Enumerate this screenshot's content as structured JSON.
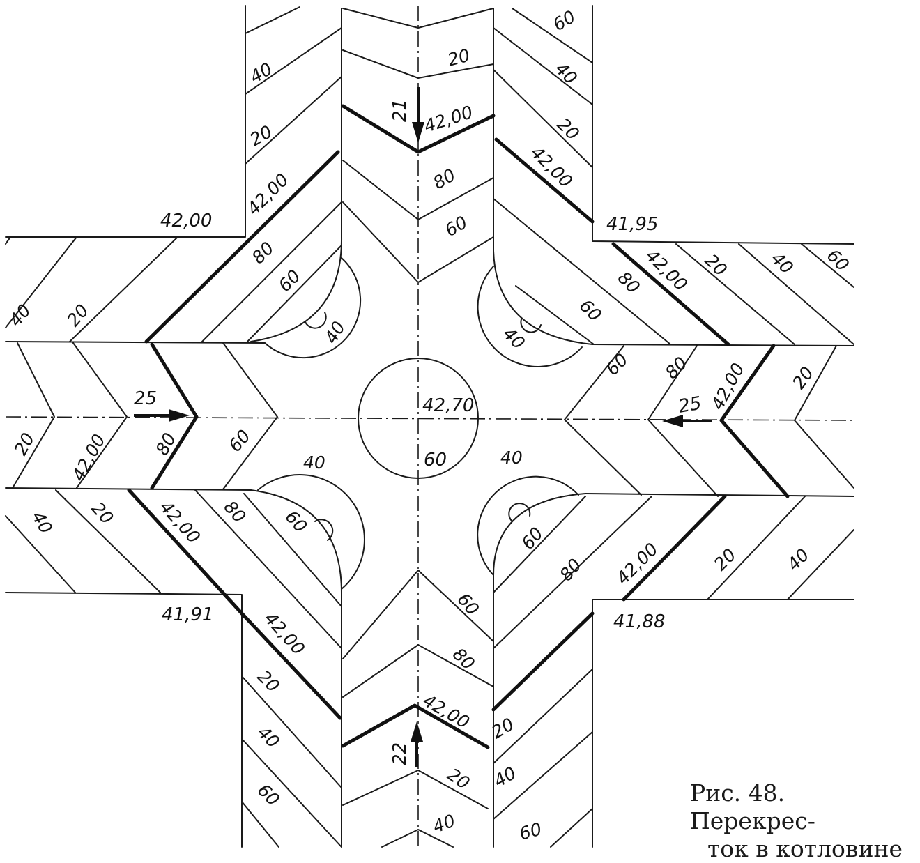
{
  "figure": {
    "caption_line1": "Рис. 48. Перекрес-",
    "caption_line2": "ток в котловине"
  },
  "elevations": {
    "center": "42,70",
    "corner_top_left": "42,00",
    "corner_top_right": "41,95",
    "corner_bottom_left": "41,91",
    "corner_bottom_right": "41,88",
    "axis_crest": "42,00"
  },
  "slopes": {
    "north": "21",
    "south": "22",
    "west": "25",
    "east": "25"
  },
  "contour_labels": {
    "c20": "20",
    "c40": "40",
    "c60": "60",
    "c80": "80"
  },
  "colors": {
    "ink": "#111111",
    "paper": "#ffffff"
  }
}
